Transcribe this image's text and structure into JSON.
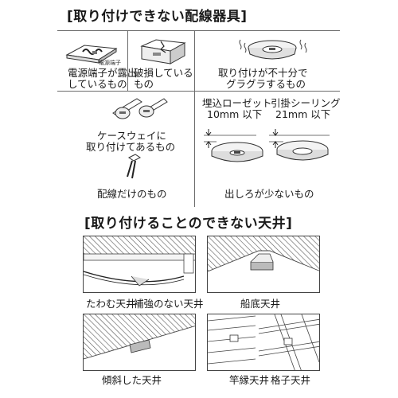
{
  "section_fixtures": {
    "title": "[取り付けできない配線器具]",
    "items": {
      "exposed_terminal": {
        "caption_line1": "電源端子が露出",
        "caption_line2": "しているもの",
        "tag": "電源端子"
      },
      "damaged": {
        "caption_line1": "破損している",
        "caption_line2": "もの"
      },
      "wobbly": {
        "caption_line1": "取り付けが不十分で",
        "caption_line2": "グラグラするもの"
      },
      "caseway": {
        "caption_line1": "ケースウェイに",
        "caption_line2": "取り付けてあるもの"
      },
      "wiring_only": {
        "caption": "配線だけのもの"
      },
      "low_protrusion": {
        "label_left_line1": "埋込ローゼット",
        "label_left_line2": "10mm 以下",
        "label_right_line1": "引掛シーリング",
        "label_right_line2": "21mm 以下",
        "caption": "出しろが少ないもの"
      }
    }
  },
  "section_ceilings": {
    "title": "[取り付けることのできない天井]",
    "items": {
      "sagging": {
        "caption_left": "たわむ天井",
        "caption_right": "補強のない天井"
      },
      "boat_bottom": {
        "caption": "船底天井"
      },
      "inclined": {
        "caption": "傾斜した天井"
      },
      "batten_coffered": {
        "caption_left": "竿縁天井",
        "caption_right": "格子天井"
      }
    }
  }
}
